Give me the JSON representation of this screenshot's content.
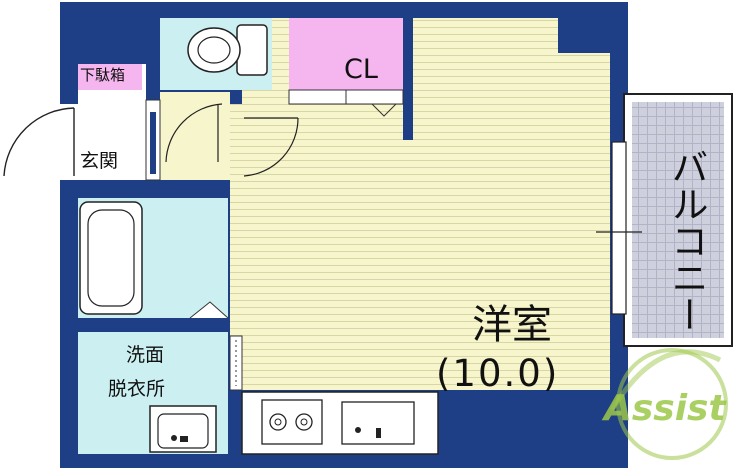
{
  "rooms": {
    "western_room": {
      "name": "洋室",
      "size": "(10.0)"
    },
    "closet": "CL",
    "balcony": "バルコニー",
    "entrance": "玄関",
    "shoe_box": "下駄箱",
    "washroom_line1": "洗面",
    "washroom_line2": "脱衣所"
  },
  "logo": {
    "text": "Assist"
  },
  "colors": {
    "wall": "#1e3e86",
    "room_floor": "#f7f5cc",
    "wet_area": "#ccf0f2",
    "closet": "#f5b6f0",
    "balcony": "#c9c9d9",
    "logo_green": "#9cc84a"
  }
}
